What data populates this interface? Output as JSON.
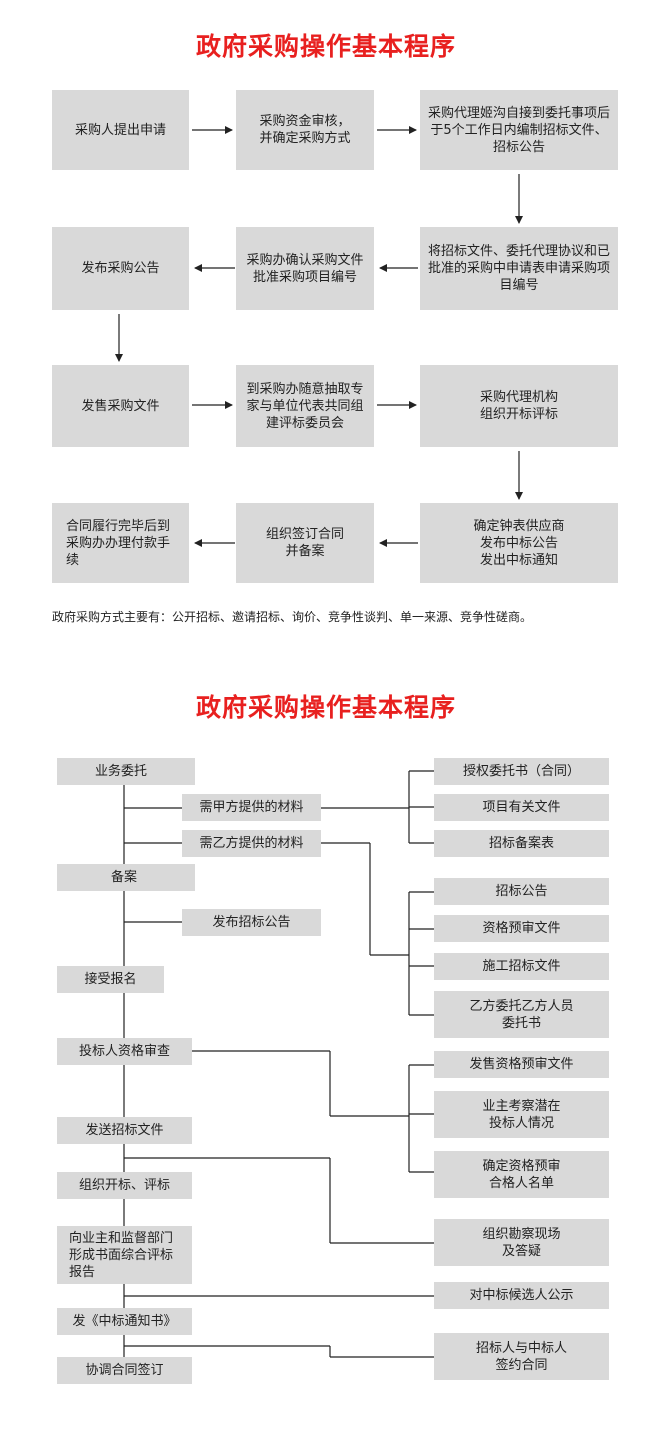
{
  "colors": {
    "title": "#e8201f",
    "box": "#d9d9d9",
    "line": "#222222"
  },
  "section1": {
    "title": "政府采购操作基本程序",
    "steps": [
      "采购人提出申请",
      "采购资金审核，\n并确定采购方式",
      "采购代理姬沟自接到委托事项后于5个工作日内编制招标文件、招标公告",
      "发布采购公告",
      "采购办确认采购文件批准采购项目编号",
      "将招标文件、委托代理协议和已批准的采购中申请表申请采购项目编号",
      "发售采购文件",
      "到采购办随意抽取专家与单位代表共同组建评标委员会",
      "采购代理机构\n组织开标评标",
      "合同履行完毕后到采购办办理付款手续",
      "组织签订合同\n并备案",
      "确定钟表供应商\n发布中标公告\n发出中标通知"
    ],
    "note": "政府采购方式主要有：公开招标、邀请招标、询价、竞争性谈判、单一来源、竞争性磋商。"
  },
  "section2": {
    "title": "政府采购操作基本程序",
    "main": [
      "业务委托",
      "备案",
      "接受报名",
      "投标人资格审查",
      "发送招标文件",
      "组织开标、评标",
      "向业主和监督部门形成书面综合评标报告",
      "发《中标通知书》",
      "协调合同签订"
    ],
    "middle": [
      "需甲方提供的材料",
      "需乙方提供的材料",
      "发布招标公告"
    ],
    "right": [
      "授权委托书（合同）",
      "项目有关文件",
      "招标备案表",
      "招标公告",
      "资格预审文件",
      "施工招标文件",
      "乙方委托乙方人员\n委托书",
      "发售资格预审文件",
      "业主考察潜在\n投标人情况",
      "确定资格预审\n合格人名单",
      "组织勘察现场\n及答疑",
      "对中标候选人公示",
      "招标人与中标人\n签约合同"
    ]
  }
}
